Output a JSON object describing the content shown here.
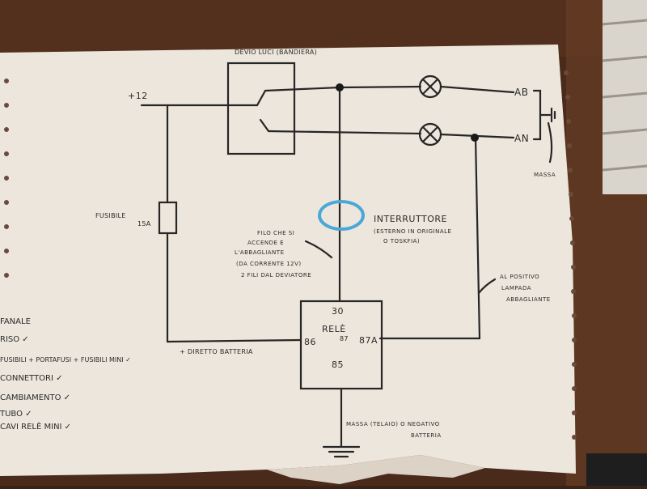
{
  "image": {
    "description_type": "photo of a hand-drawn wiring diagram on continuous-feed paper"
  },
  "diagram": {
    "switch_label": "DEVIO LUCI (BANDIERA)",
    "supply_label": "+12",
    "fuse_label": "FUSIBILE",
    "fuse_rating": "15A",
    "output_top": "AB",
    "output_bottom": "AN",
    "massa_right": "MASSA",
    "interruttore_title": "INTERRUTTORE",
    "interruttore_note_1": "(ESTERNO IN ORIGINALE",
    "interruttore_note_2": "O TOSKFIA)",
    "filo_note_1": "FILO CHE SI",
    "filo_note_2": "ACCENDE E",
    "filo_note_3": "L'ABBAGLIANTE",
    "filo_note_4": "(DA CORRENTE 12V)",
    "filo_note_5": "2 FILI DAL DEVIATORE",
    "positivo_note_1": "AL POSITIVO",
    "positivo_note_2": "LAMPADA",
    "positivo_note_3": "ABBAGLIANTE",
    "rele_label": "RELÈ",
    "pin_30": "30",
    "pin_86": "86",
    "pin_87": "87",
    "pin_87a": "87A",
    "pin_85": "85",
    "battery_label": "+ DIRETTO BATTERIA",
    "ground_label_1": "MASSA (TELAIO) O NEGATIVO",
    "ground_label_2": "BATTERIA"
  },
  "checklist": [
    "FANALE",
    "RISO ✓",
    "FUSIBILI + PORTAFUSI + FUSIBILI MINI ✓",
    "CONNETTORI ✓",
    "CAMBIAMENTO ✓",
    "TUBO ✓",
    "CAVI RELÈ MINI ✓"
  ],
  "colors": {
    "paper": "#ece6dc",
    "ink": "#262626",
    "blue_circle": "#4aa8d8",
    "wood": "#5a3420"
  }
}
